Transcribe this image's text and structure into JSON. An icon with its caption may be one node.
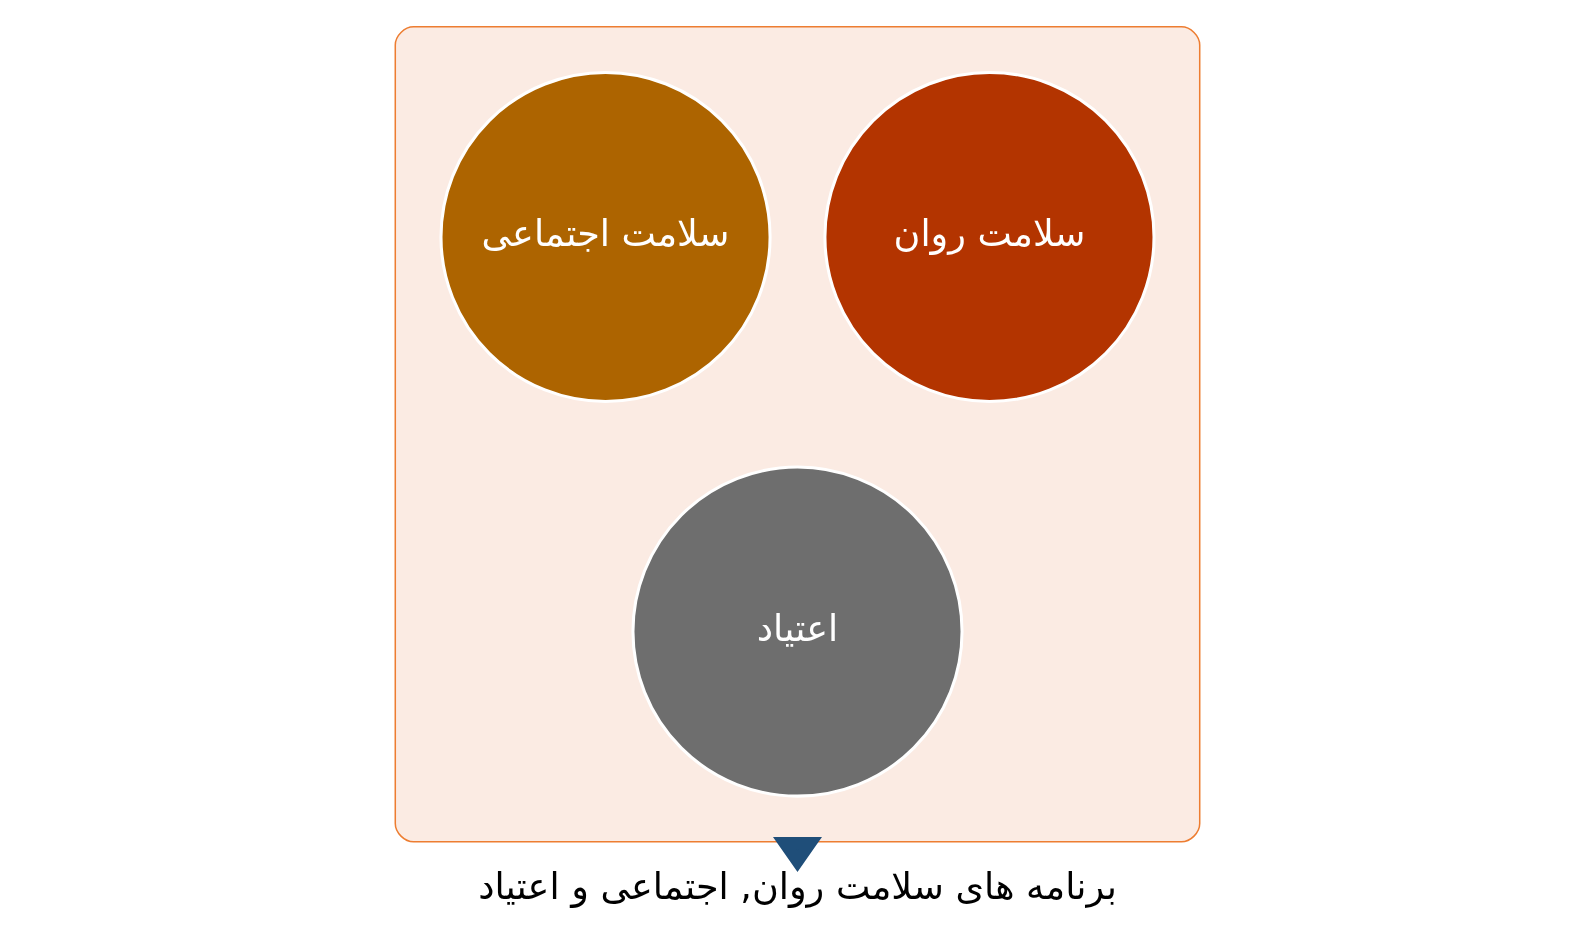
{
  "diagram": {
    "nodes": [
      {
        "text": [],
        "shape": "funnel"
      },
      {
        "text": [
          "سلامت روان"
        ],
        "in": 0
      },
      {
        "text": [
          "سلامت اجتماعی"
        ],
        "in": 0
      },
      {
        "text": [
          "اعتیاد"
        ],
        "in": 0
      },
      {
        "text": [
          "برنامه های سلامت روان, اجتماعی و اعتیاد"
        ]
      }
    ],
    "edges": [
      {
        "from": 0,
        "to": 4,
        "arrow": "to",
        "style": "thick",
        "color": "#1f4e79"
      }
    ]
  }
}
